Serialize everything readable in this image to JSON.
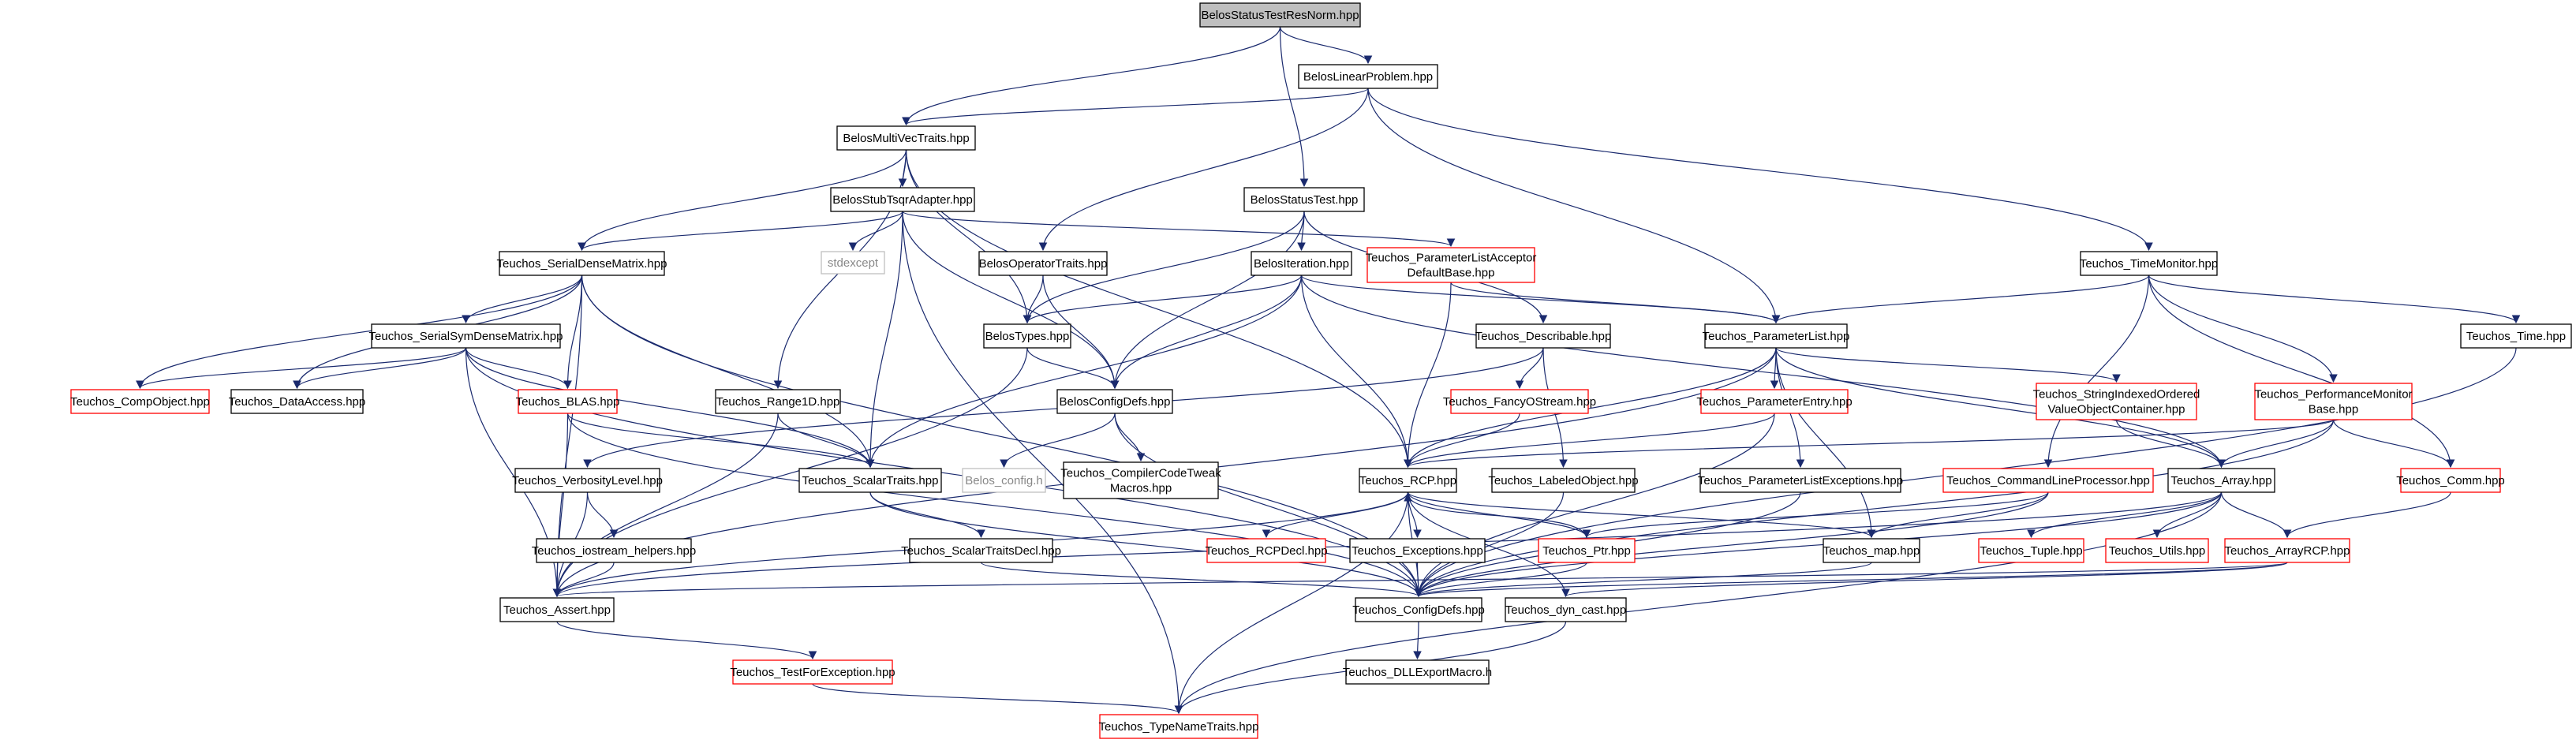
{
  "title": "BelosStatusTestResNorm.hpp",
  "colors": {
    "edge": "#1a2a6e",
    "text": "#000000",
    "border_normal": "#000000",
    "border_truncated": "#ff0000",
    "border_external": "#bfbfbf",
    "fill_root": "#bfbfbf",
    "fill_normal": "#ffffff"
  },
  "nodes": [
    {
      "id": "n_root",
      "label": "BelosStatusTestResNorm.hpp",
      "kind": "root"
    },
    {
      "id": "n_linprob",
      "label": "BelosLinearProblem.hpp",
      "kind": "normal"
    },
    {
      "id": "n_mvtraits",
      "label": "BelosMultiVecTraits.hpp",
      "kind": "normal"
    },
    {
      "id": "n_statustest",
      "label": "BelosStatusTest.hpp",
      "kind": "normal"
    },
    {
      "id": "n_stubtsqr",
      "label": "BelosStubTsqrAdapter.hpp",
      "kind": "normal"
    },
    {
      "id": "n_stdexcept",
      "label": "stdexcept",
      "kind": "external"
    },
    {
      "id": "n_serialdense",
      "label": "Teuchos_SerialDenseMatrix.hpp",
      "kind": "normal"
    },
    {
      "id": "n_opertraits",
      "label": "BelosOperatorTraits.hpp",
      "kind": "normal"
    },
    {
      "id": "n_iteration",
      "label": "BelosIteration.hpp",
      "kind": "normal"
    },
    {
      "id": "n_placcept",
      "label": [
        "Teuchos_ParameterListAcceptor",
        "DefaultBase.hpp"
      ],
      "kind": "truncated"
    },
    {
      "id": "n_timemonitor",
      "label": "Teuchos_TimeMonitor.hpp",
      "kind": "normal"
    },
    {
      "id": "n_serialsym",
      "label": "Teuchos_SerialSymDenseMatrix.hpp",
      "kind": "normal"
    },
    {
      "id": "n_belostypes",
      "label": "BelosTypes.hpp",
      "kind": "normal"
    },
    {
      "id": "n_describable",
      "label": "Teuchos_Describable.hpp",
      "kind": "normal"
    },
    {
      "id": "n_paramlist",
      "label": "Teuchos_ParameterList.hpp",
      "kind": "normal"
    },
    {
      "id": "n_time",
      "label": "Teuchos_Time.hpp",
      "kind": "normal"
    },
    {
      "id": "n_compobject",
      "label": "Teuchos_CompObject.hpp",
      "kind": "truncated"
    },
    {
      "id": "n_dataaccess",
      "label": "Teuchos_DataAccess.hpp",
      "kind": "normal"
    },
    {
      "id": "n_blas",
      "label": "Teuchos_BLAS.hpp",
      "kind": "truncated"
    },
    {
      "id": "n_range1d",
      "label": "Teuchos_Range1D.hpp",
      "kind": "normal"
    },
    {
      "id": "n_configdefs_belos",
      "label": "BelosConfigDefs.hpp",
      "kind": "normal"
    },
    {
      "id": "n_fancyostream",
      "label": "Teuchos_FancyOStream.hpp",
      "kind": "truncated"
    },
    {
      "id": "n_paramentry",
      "label": "Teuchos_ParameterEntry.hpp",
      "kind": "truncated"
    },
    {
      "id": "n_stringindexed",
      "label": [
        "Teuchos_StringIndexedOrdered",
        "ValueObjectContainer.hpp"
      ],
      "kind": "truncated"
    },
    {
      "id": "n_perfmon",
      "label": [
        "Teuchos_PerformanceMonitor",
        "Base.hpp"
      ],
      "kind": "truncated"
    },
    {
      "id": "n_verbosity",
      "label": "Teuchos_VerbosityLevel.hpp",
      "kind": "normal"
    },
    {
      "id": "n_scalartraits",
      "label": "Teuchos_ScalarTraits.hpp",
      "kind": "normal"
    },
    {
      "id": "n_belosconfigh",
      "label": "Belos_config.h",
      "kind": "external"
    },
    {
      "id": "n_cctweak",
      "label": [
        "Teuchos_CompilerCodeTweak",
        "Macros.hpp"
      ],
      "kind": "normal"
    },
    {
      "id": "n_rcp",
      "label": "Teuchos_RCP.hpp",
      "kind": "normal"
    },
    {
      "id": "n_labeledobj",
      "label": "Teuchos_LabeledObject.hpp",
      "kind": "normal"
    },
    {
      "id": "n_plexcept",
      "label": "Teuchos_ParameterListExceptions.hpp",
      "kind": "normal"
    },
    {
      "id": "n_cmdline",
      "label": "Teuchos_CommandLineProcessor.hpp",
      "kind": "truncated"
    },
    {
      "id": "n_array",
      "label": "Teuchos_Array.hpp",
      "kind": "normal"
    },
    {
      "id": "n_comm",
      "label": "Teuchos_Comm.hpp",
      "kind": "truncated"
    },
    {
      "id": "n_iostream",
      "label": "Teuchos_iostream_helpers.hpp",
      "kind": "normal"
    },
    {
      "id": "n_stdecl",
      "label": "Teuchos_ScalarTraitsDecl.hpp",
      "kind": "normal"
    },
    {
      "id": "n_rcpdecl",
      "label": "Teuchos_RCPDecl.hpp",
      "kind": "truncated"
    },
    {
      "id": "n_exceptions",
      "label": "Teuchos_Exceptions.hpp",
      "kind": "normal"
    },
    {
      "id": "n_ptr",
      "label": "Teuchos_Ptr.hpp",
      "kind": "truncated"
    },
    {
      "id": "n_map",
      "label": "Teuchos_map.hpp",
      "kind": "normal"
    },
    {
      "id": "n_tuple",
      "label": "Teuchos_Tuple.hpp",
      "kind": "truncated"
    },
    {
      "id": "n_utils",
      "label": "Teuchos_Utils.hpp",
      "kind": "truncated"
    },
    {
      "id": "n_arrayrcp",
      "label": "Teuchos_ArrayRCP.hpp",
      "kind": "truncated"
    },
    {
      "id": "n_assert",
      "label": "Teuchos_Assert.hpp",
      "kind": "normal"
    },
    {
      "id": "n_configdefs",
      "label": "Teuchos_ConfigDefs.hpp",
      "kind": "normal"
    },
    {
      "id": "n_dyncast",
      "label": "Teuchos_dyn_cast.hpp",
      "kind": "normal"
    },
    {
      "id": "n_testforexc",
      "label": "Teuchos_TestForException.hpp",
      "kind": "truncated"
    },
    {
      "id": "n_dllexport",
      "label": "Teuchos_DLLExportMacro.h",
      "kind": "normal"
    },
    {
      "id": "n_typename",
      "label": "Teuchos_TypeNameTraits.hpp",
      "kind": "truncated"
    }
  ],
  "edges": [
    [
      "n_root",
      "n_linprob"
    ],
    [
      "n_root",
      "n_mvtraits"
    ],
    [
      "n_root",
      "n_statustest"
    ],
    [
      "n_linprob",
      "n_mvtraits"
    ],
    [
      "n_linprob",
      "n_opertraits"
    ],
    [
      "n_linprob",
      "n_paramlist"
    ],
    [
      "n_linprob",
      "n_timemonitor"
    ],
    [
      "n_mvtraits",
      "n_stubtsqr"
    ],
    [
      "n_mvtraits",
      "n_serialdense"
    ],
    [
      "n_mvtraits",
      "n_belostypes"
    ],
    [
      "n_mvtraits",
      "n_range1d"
    ],
    [
      "n_mvtraits",
      "n_rcp"
    ],
    [
      "n_statustest",
      "n_iteration"
    ],
    [
      "n_statustest",
      "n_belostypes"
    ],
    [
      "n_statustest",
      "n_configdefs_belos"
    ],
    [
      "n_statustest",
      "n_describable"
    ],
    [
      "n_stubtsqr",
      "n_stdexcept"
    ],
    [
      "n_stubtsqr",
      "n_serialdense"
    ],
    [
      "n_stubtsqr",
      "n_placcept"
    ],
    [
      "n_stubtsqr",
      "n_scalartraits"
    ],
    [
      "n_stubtsqr",
      "n_configdefs_belos"
    ],
    [
      "n_stubtsqr",
      "n_typename"
    ],
    [
      "n_serialdense",
      "n_serialsym"
    ],
    [
      "n_serialdense",
      "n_compobject"
    ],
    [
      "n_serialdense",
      "n_dataaccess"
    ],
    [
      "n_serialdense",
      "n_blas"
    ],
    [
      "n_serialdense",
      "n_scalartraits"
    ],
    [
      "n_serialdense",
      "n_assert"
    ],
    [
      "n_serialdense",
      "n_configdefs"
    ],
    [
      "n_opertraits",
      "n_belostypes"
    ],
    [
      "n_opertraits",
      "n_configdefs_belos"
    ],
    [
      "n_iteration",
      "n_belostypes"
    ],
    [
      "n_iteration",
      "n_configdefs_belos"
    ],
    [
      "n_iteration",
      "n_paramlist"
    ],
    [
      "n_iteration",
      "n_rcp"
    ],
    [
      "n_iteration",
      "n_array"
    ],
    [
      "n_iteration",
      "n_scalartraits"
    ],
    [
      "n_placcept",
      "n_paramlist"
    ],
    [
      "n_placcept",
      "n_rcp"
    ],
    [
      "n_timemonitor",
      "n_paramlist"
    ],
    [
      "n_timemonitor",
      "n_time"
    ],
    [
      "n_timemonitor",
      "n_perfmon"
    ],
    [
      "n_timemonitor",
      "n_cmdline"
    ],
    [
      "n_timemonitor",
      "n_comm"
    ],
    [
      "n_serialsym",
      "n_compobject"
    ],
    [
      "n_serialsym",
      "n_dataaccess"
    ],
    [
      "n_serialsym",
      "n_blas"
    ],
    [
      "n_serialsym",
      "n_scalartraits"
    ],
    [
      "n_serialsym",
      "n_assert"
    ],
    [
      "n_serialsym",
      "n_configdefs"
    ],
    [
      "n_belostypes",
      "n_configdefs_belos"
    ],
    [
      "n_belostypes",
      "n_assert"
    ],
    [
      "n_describable",
      "n_verbosity"
    ],
    [
      "n_describable",
      "n_fancyostream"
    ],
    [
      "n_describable",
      "n_labeledobj"
    ],
    [
      "n_paramlist",
      "n_rcp"
    ],
    [
      "n_paramlist",
      "n_paramentry"
    ],
    [
      "n_paramlist",
      "n_stringindexed"
    ],
    [
      "n_paramlist",
      "n_plexcept"
    ],
    [
      "n_paramlist",
      "n_map"
    ],
    [
      "n_paramlist",
      "n_array"
    ],
    [
      "n_paramlist",
      "n_assert"
    ],
    [
      "n_time",
      "n_configdefs"
    ],
    [
      "n_blas",
      "n_scalartraits"
    ],
    [
      "n_blas",
      "n_assert"
    ],
    [
      "n_blas",
      "n_configdefs"
    ],
    [
      "n_range1d",
      "n_scalartraits"
    ],
    [
      "n_range1d",
      "n_assert"
    ],
    [
      "n_configdefs_belos",
      "n_belosconfigh"
    ],
    [
      "n_configdefs_belos",
      "n_cctweak"
    ],
    [
      "n_configdefs_belos",
      "n_configdefs"
    ],
    [
      "n_fancyostream",
      "n_rcp"
    ],
    [
      "n_paramentry",
      "n_rcp"
    ],
    [
      "n_paramentry",
      "n_configdefs"
    ],
    [
      "n_stringindexed",
      "n_array"
    ],
    [
      "n_perfmon",
      "n_array"
    ],
    [
      "n_perfmon",
      "n_comm"
    ],
    [
      "n_perfmon",
      "n_rcp"
    ],
    [
      "n_perfmon",
      "n_configdefs"
    ],
    [
      "n_verbosity",
      "n_iostream"
    ],
    [
      "n_verbosity",
      "n_assert"
    ],
    [
      "n_scalartraits",
      "n_stdecl"
    ],
    [
      "n_scalartraits",
      "n_configdefs"
    ],
    [
      "n_rcp",
      "n_rcpdecl"
    ],
    [
      "n_rcp",
      "n_exceptions"
    ],
    [
      "n_rcp",
      "n_ptr"
    ],
    [
      "n_rcp",
      "n_map"
    ],
    [
      "n_rcp",
      "n_assert"
    ],
    [
      "n_rcp",
      "n_dyncast"
    ],
    [
      "n_rcp",
      "n_configdefs"
    ],
    [
      "n_rcp",
      "n_typename"
    ],
    [
      "n_labeledobj",
      "n_configdefs"
    ],
    [
      "n_plexcept",
      "n_configdefs"
    ],
    [
      "n_cmdline",
      "n_ptr"
    ],
    [
      "n_cmdline",
      "n_map"
    ],
    [
      "n_cmdline",
      "n_configdefs"
    ],
    [
      "n_array",
      "n_tuple"
    ],
    [
      "n_array",
      "n_utils"
    ],
    [
      "n_array",
      "n_arrayrcp"
    ],
    [
      "n_array",
      "n_assert"
    ],
    [
      "n_array",
      "n_configdefs"
    ],
    [
      "n_array",
      "n_typename"
    ],
    [
      "n_comm",
      "n_arrayrcp"
    ],
    [
      "n_iostream",
      "n_assert"
    ],
    [
      "n_stdecl",
      "n_configdefs"
    ],
    [
      "n_exceptions",
      "n_configdefs"
    ],
    [
      "n_ptr",
      "n_rcp"
    ],
    [
      "n_ptr",
      "n_configdefs"
    ],
    [
      "n_map",
      "n_configdefs"
    ],
    [
      "n_arrayrcp",
      "n_dyncast"
    ],
    [
      "n_arrayrcp",
      "n_assert"
    ],
    [
      "n_arrayrcp",
      "n_configdefs"
    ],
    [
      "n_assert",
      "n_testforexc"
    ],
    [
      "n_configdefs",
      "n_dllexport"
    ],
    [
      "n_dyncast",
      "n_typename"
    ],
    [
      "n_testforexc",
      "n_typename"
    ]
  ]
}
